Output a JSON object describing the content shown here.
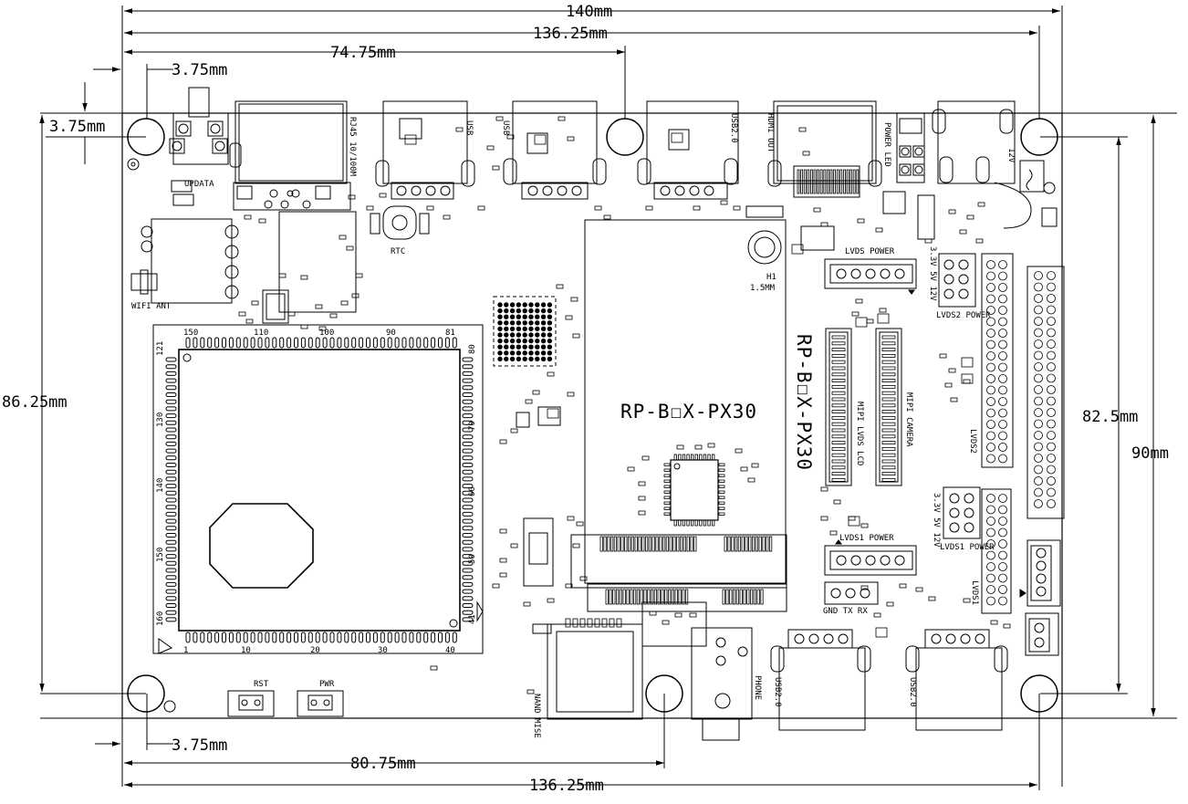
{
  "dimensions": {
    "top_total": "140mm",
    "top_holes": "136.25mm",
    "top_mid_hole": "74.75mm",
    "top_left_hole": "3.75mm",
    "left_top_hole": "3.75mm",
    "left_height": "86.25mm",
    "right_holes": "82.5mm",
    "right_total": "90mm",
    "bottom_left_hole": "3.75mm",
    "bottom_mid_hole": "80.75mm",
    "bottom_holes": "136.25mm"
  },
  "board": {
    "name": "RP-B☐X-PX30",
    "vertical_name": "RP-B☐X-PX30",
    "h1_label": "H1",
    "h1_size": "1.5MM"
  },
  "connectors": {
    "rj45": "RJ45 10/100M",
    "usb_top_1": "USB",
    "usb_top_2": "USB",
    "usb_top_3": "USB2.0",
    "hdmi": "HDMI OUT",
    "power_led": "POWER LED",
    "dc12v": "12V",
    "updata": "UPDATA",
    "wifi": "WIFI ANT",
    "rtc": "RTC",
    "lvds2_power_sel": "LVDS2 POWER",
    "lvds2": "LVDS2",
    "lvds1_power_sel": "LVDS1 POWER",
    "lvds1": "LVDS1",
    "lvds_power_top": "LVDS POWER",
    "lvds1_power_bottom": "LVDS1 POWER",
    "mipi_lcd": "MIPI LVDS LCD",
    "mipi_camera": "MIPI CAMERA",
    "uart": "GND TX RX",
    "usb_bottom_1": "USB2.0",
    "usb_bottom_2": "USB2.0",
    "phone": "PHONE",
    "tf": "NAND MISE",
    "rst": "RST",
    "pwr": "PWR",
    "v_opts_top": "3.3V 5V 12V",
    "v_opts_bottom": "3.3V 5V 12V"
  },
  "chip_pins": {
    "top": [
      "150",
      "110",
      "100",
      "90",
      "81"
    ],
    "left": [
      "121",
      "130",
      "140",
      "150",
      "160"
    ],
    "right": [
      "80",
      "70",
      "60",
      "50",
      "41"
    ],
    "bottom": [
      "1",
      "10",
      "20",
      "30",
      "40"
    ]
  },
  "colors": {
    "line": "#000000",
    "background": "#ffffff"
  }
}
